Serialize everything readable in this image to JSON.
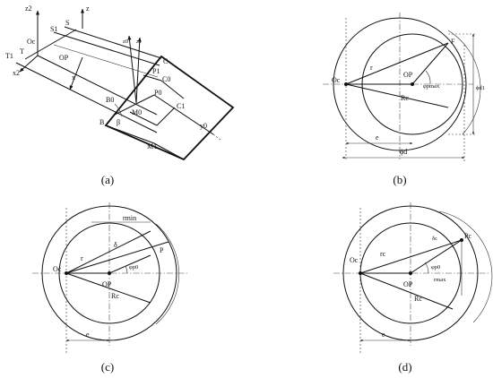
{
  "panels": {
    "a": {
      "caption": "(a)",
      "labels": [
        "z2",
        "z",
        "Oc",
        "S1",
        "S",
        "T",
        "T1",
        "x2",
        "OP",
        "x",
        "z0",
        "z1",
        "C",
        "P1",
        "C0",
        "P0",
        "B0",
        "β",
        "M0",
        "C1",
        "B",
        "M1",
        "y0"
      ]
    },
    "b": {
      "caption": "(b)",
      "labels": [
        "F",
        "Oc",
        "r",
        "OP",
        "φpmax",
        "Rc",
        "ϕd1",
        "e",
        "ϕd"
      ]
    },
    "c": {
      "caption": "(c)",
      "labels": [
        "rmin",
        "δ",
        "r",
        "Oc",
        "φp0",
        "P",
        "OP",
        "Rc",
        "e"
      ]
    },
    "d": {
      "caption": "(d)",
      "labels": [
        "Pc",
        "δc",
        "rc",
        "Oc",
        "OP",
        "φp0",
        "rmax",
        "Rc",
        "e"
      ]
    }
  }
}
